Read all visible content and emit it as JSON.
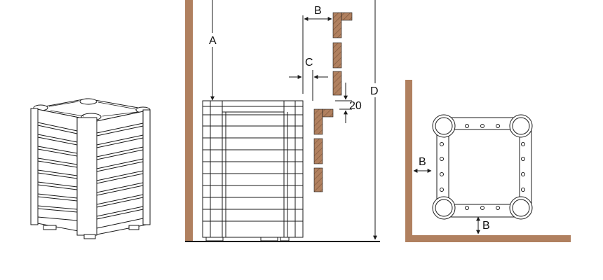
{
  "labels": {
    "a": "A",
    "b_top": "B",
    "c": "C",
    "d": "D",
    "gap": "20",
    "b_side": "B",
    "b_bottom": "B"
  },
  "colors": {
    "wall": "#b0805f",
    "line": "#1a1a1a",
    "panel": "#ffffff"
  }
}
